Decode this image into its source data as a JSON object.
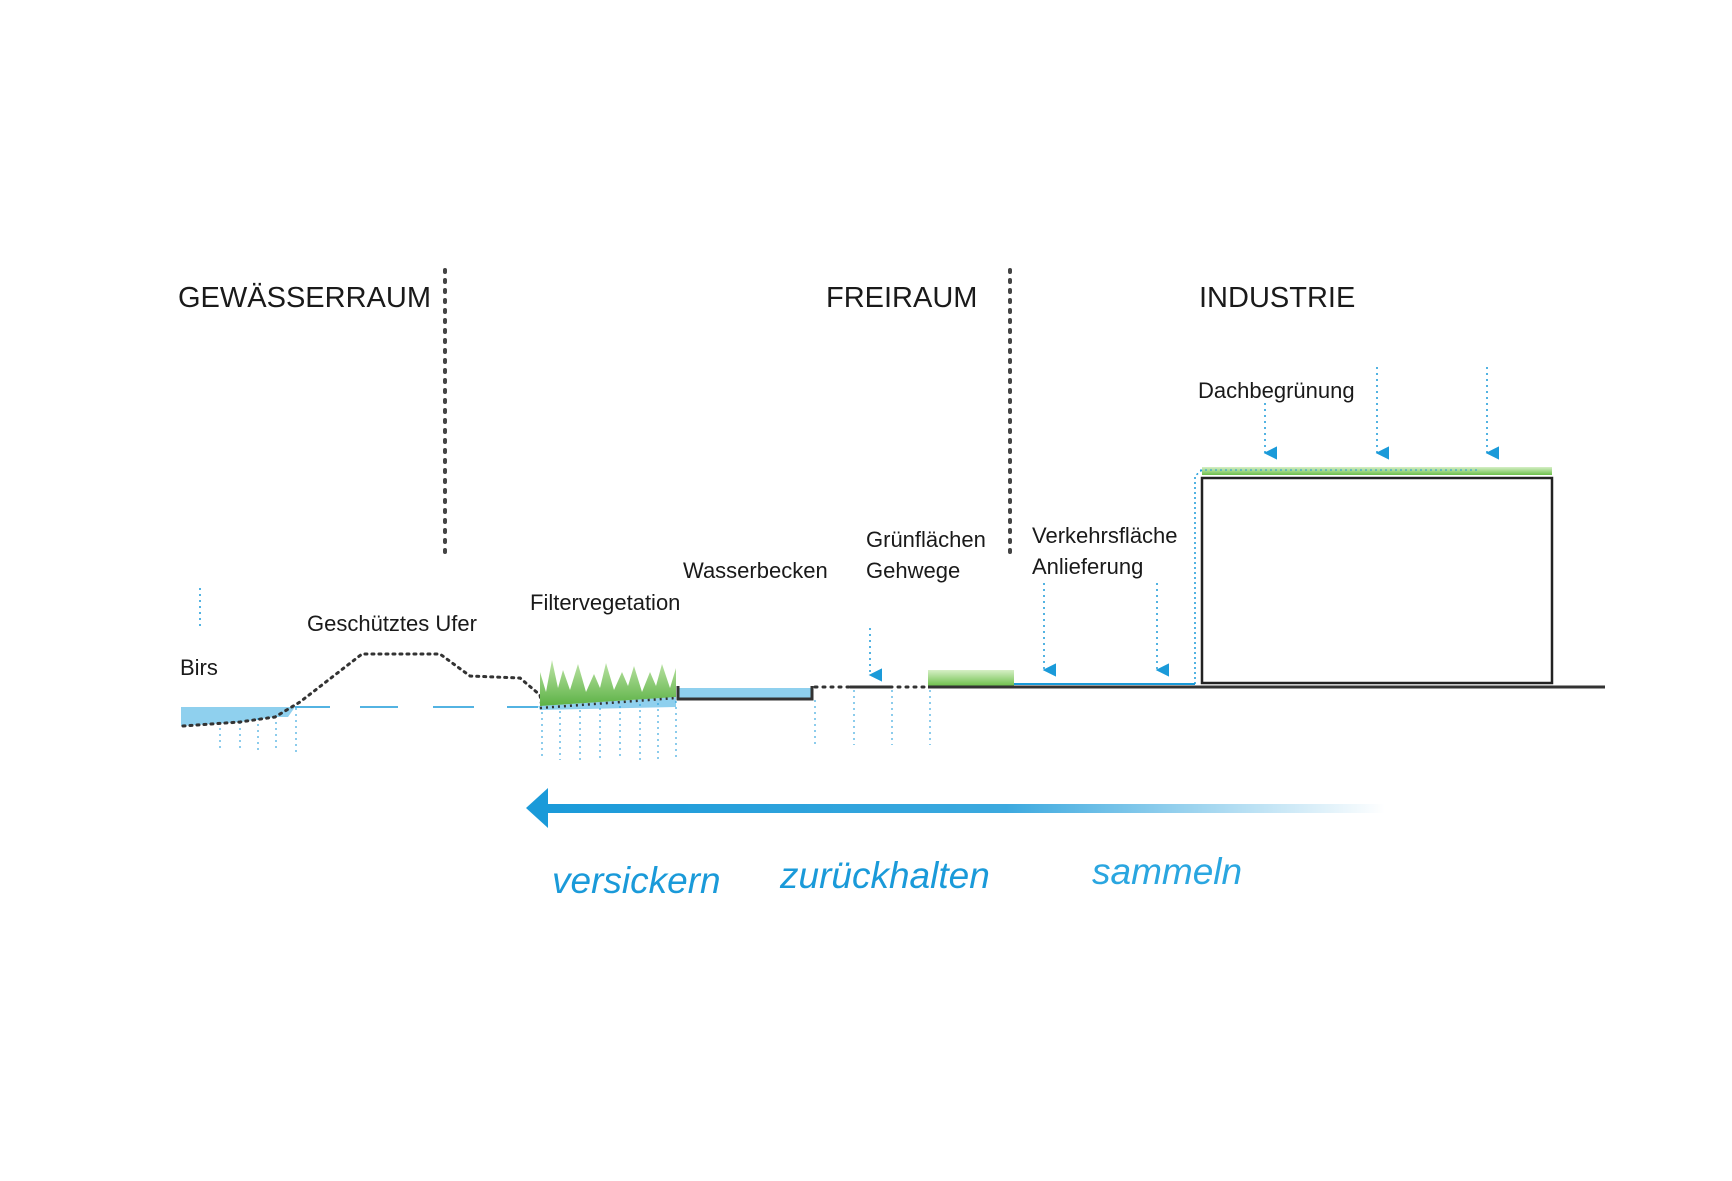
{
  "zones": {
    "gewaesserraum": "GEWÄSSERRAUM",
    "freiraum": "FREIRAUM",
    "industrie": "INDUSTRIE"
  },
  "labels": {
    "birs": "Birs",
    "geschuetztes_ufer": "Geschütztes Ufer",
    "filtervegetation": "Filtervegetation",
    "wasserbecken": "Wasserbecken",
    "gruenflaechen_1": "Grünflächen",
    "gruenflaechen_2": "Gehwege",
    "verkehrsflaeche_1": "Verkehrsfläche",
    "verkehrsflaeche_2": "Anlieferung",
    "dachbegruenung": "Dachbegrünung"
  },
  "processes": {
    "versickern": "versickern",
    "zurueckhalten": "zurückhalten",
    "sammeln": "sammeln"
  },
  "colors": {
    "water_blue": "#1a9ad9",
    "water_fill": "#8fd0ee",
    "grass_green": "#6dbf4b",
    "ground": "#333333",
    "text": "#1a1a1a"
  },
  "flow_direction": "right-to-left"
}
